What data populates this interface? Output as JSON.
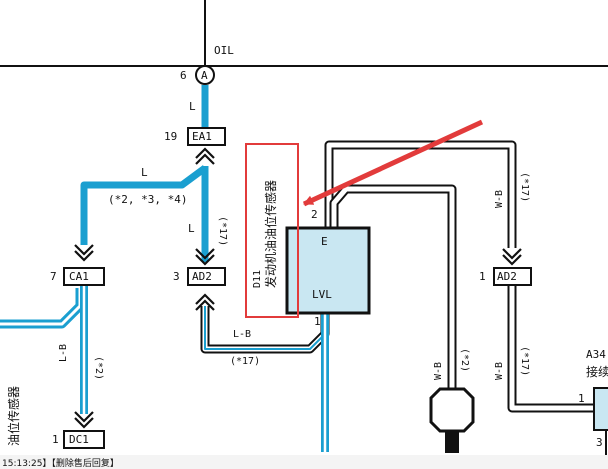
{
  "diagram": {
    "top_line_label": "OIL",
    "junction": {
      "pin": "6",
      "name": "A"
    },
    "connectors": {
      "ea1": {
        "name": "EA1",
        "pin": "19"
      },
      "ca1": {
        "name": "CA1",
        "pin": "7"
      },
      "ad2_left": {
        "name": "AD2",
        "pin": "3"
      },
      "ad2_right": {
        "name": "AD2",
        "pin": "1"
      },
      "dc1": {
        "name": "DC1",
        "pin": "1"
      },
      "a34": {
        "name": "A34",
        "pin_left": "1",
        "pin_bottom": "3",
        "label_partial": "接续"
      }
    },
    "wire_labels": {
      "l_top": "L",
      "l_branch": "L",
      "l_variants": "(*2, *3, *4)",
      "l_ea1_ad2": "L",
      "note_17_vertical": "(*17)",
      "l_b_ca1": "L-B",
      "note_2_ca1": "(*2)",
      "l_b_bottom": "L-B",
      "note_17_bottom": "(*17)",
      "w_b_right_top": "W-B",
      "note_17_right_top": "(*17)",
      "w_b_right_low": "W-B",
      "note_17_right_low": "(*17)",
      "w_b_mid": "W-B",
      "note_2_mid": "(*2)"
    },
    "sensor": {
      "pin_e_num": "2",
      "pin_e": "E",
      "pin_lvl": "LVL",
      "pin_lvl_num": "1",
      "code": "D11",
      "name": "发动机油油位传感器"
    },
    "left_edge_text": "油位传感器",
    "status_bar": "15:13:25】【删除售后回复】"
  },
  "colors": {
    "wire_blue": "#1a9fd0",
    "highlight_red": "#e23b3b",
    "component_fill": "#c9e7f2",
    "ink": "#111111"
  }
}
